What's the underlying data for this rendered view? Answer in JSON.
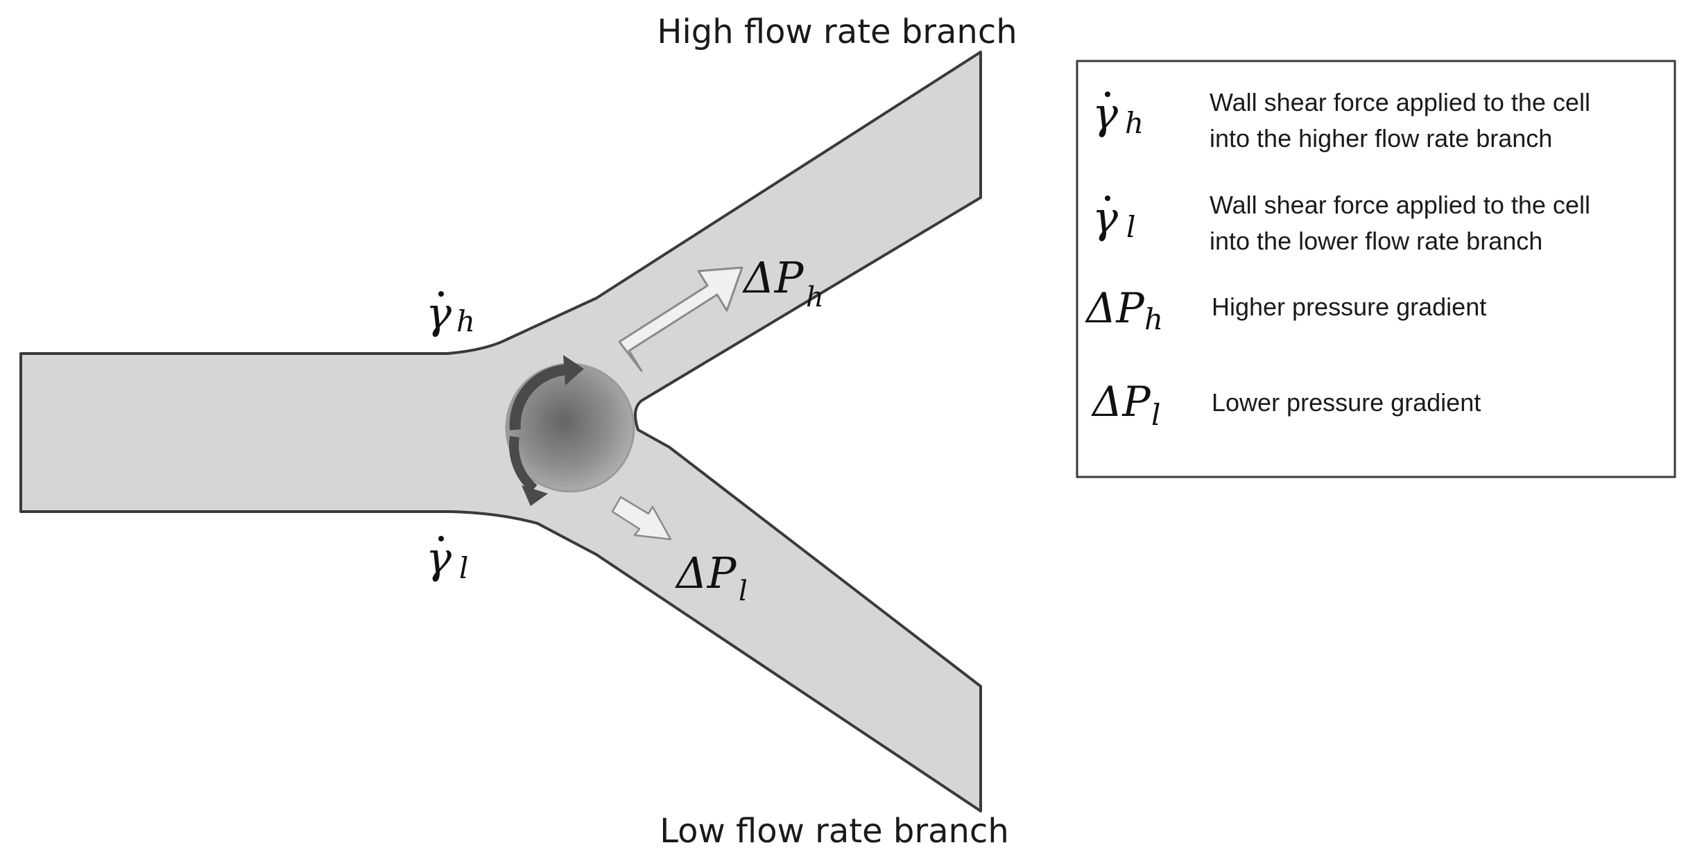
{
  "labels": {
    "top_branch": "High flow rate branch",
    "bottom_branch": "Low flow rate branch"
  },
  "diagram_symbols": {
    "gamma_h": {
      "base": "γ",
      "sub": "h"
    },
    "gamma_l": {
      "base": "γ",
      "sub": "l"
    },
    "dp_h": {
      "base": "ΔP",
      "sub": "h"
    },
    "dp_l": {
      "base": "ΔP",
      "sub": "l"
    }
  },
  "legend": {
    "items": [
      {
        "symbol": "γ",
        "sub": "h",
        "lines": [
          "Wall shear force applied to the cell",
          "into the higher flow rate branch"
        ]
      },
      {
        "symbol": "γ",
        "sub": "l",
        "lines": [
          "Wall shear force applied to the cell",
          "into the lower flow rate branch"
        ]
      },
      {
        "symbol": "ΔP",
        "sub": "h",
        "lines": [
          "Higher pressure gradient"
        ]
      },
      {
        "symbol": "ΔP",
        "sub": "l",
        "lines": [
          "Lower pressure gradient"
        ]
      }
    ]
  },
  "colors": {
    "channel_fill": "#d6d6d6",
    "channel_stroke": "#3a3a3a",
    "cell_center": "#6e6e6e",
    "cell_edge": "#a9a9a9",
    "rotation_arrow": "#4a4a4a",
    "flow_arrow_fill": "#eeeeee",
    "flow_arrow_stroke": "#8a8a8a"
  }
}
